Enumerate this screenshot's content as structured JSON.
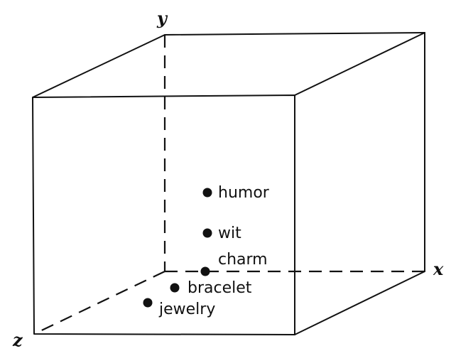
{
  "axes": {
    "x": "x",
    "y": "y",
    "z": "z"
  },
  "points": [
    {
      "id": "humor",
      "label": "humor"
    },
    {
      "id": "wit",
      "label": "wit"
    },
    {
      "id": "charm",
      "label": "charm"
    },
    {
      "id": "bracelet",
      "label": "bracelet"
    },
    {
      "id": "jewelry",
      "label": "jewelry"
    }
  ]
}
